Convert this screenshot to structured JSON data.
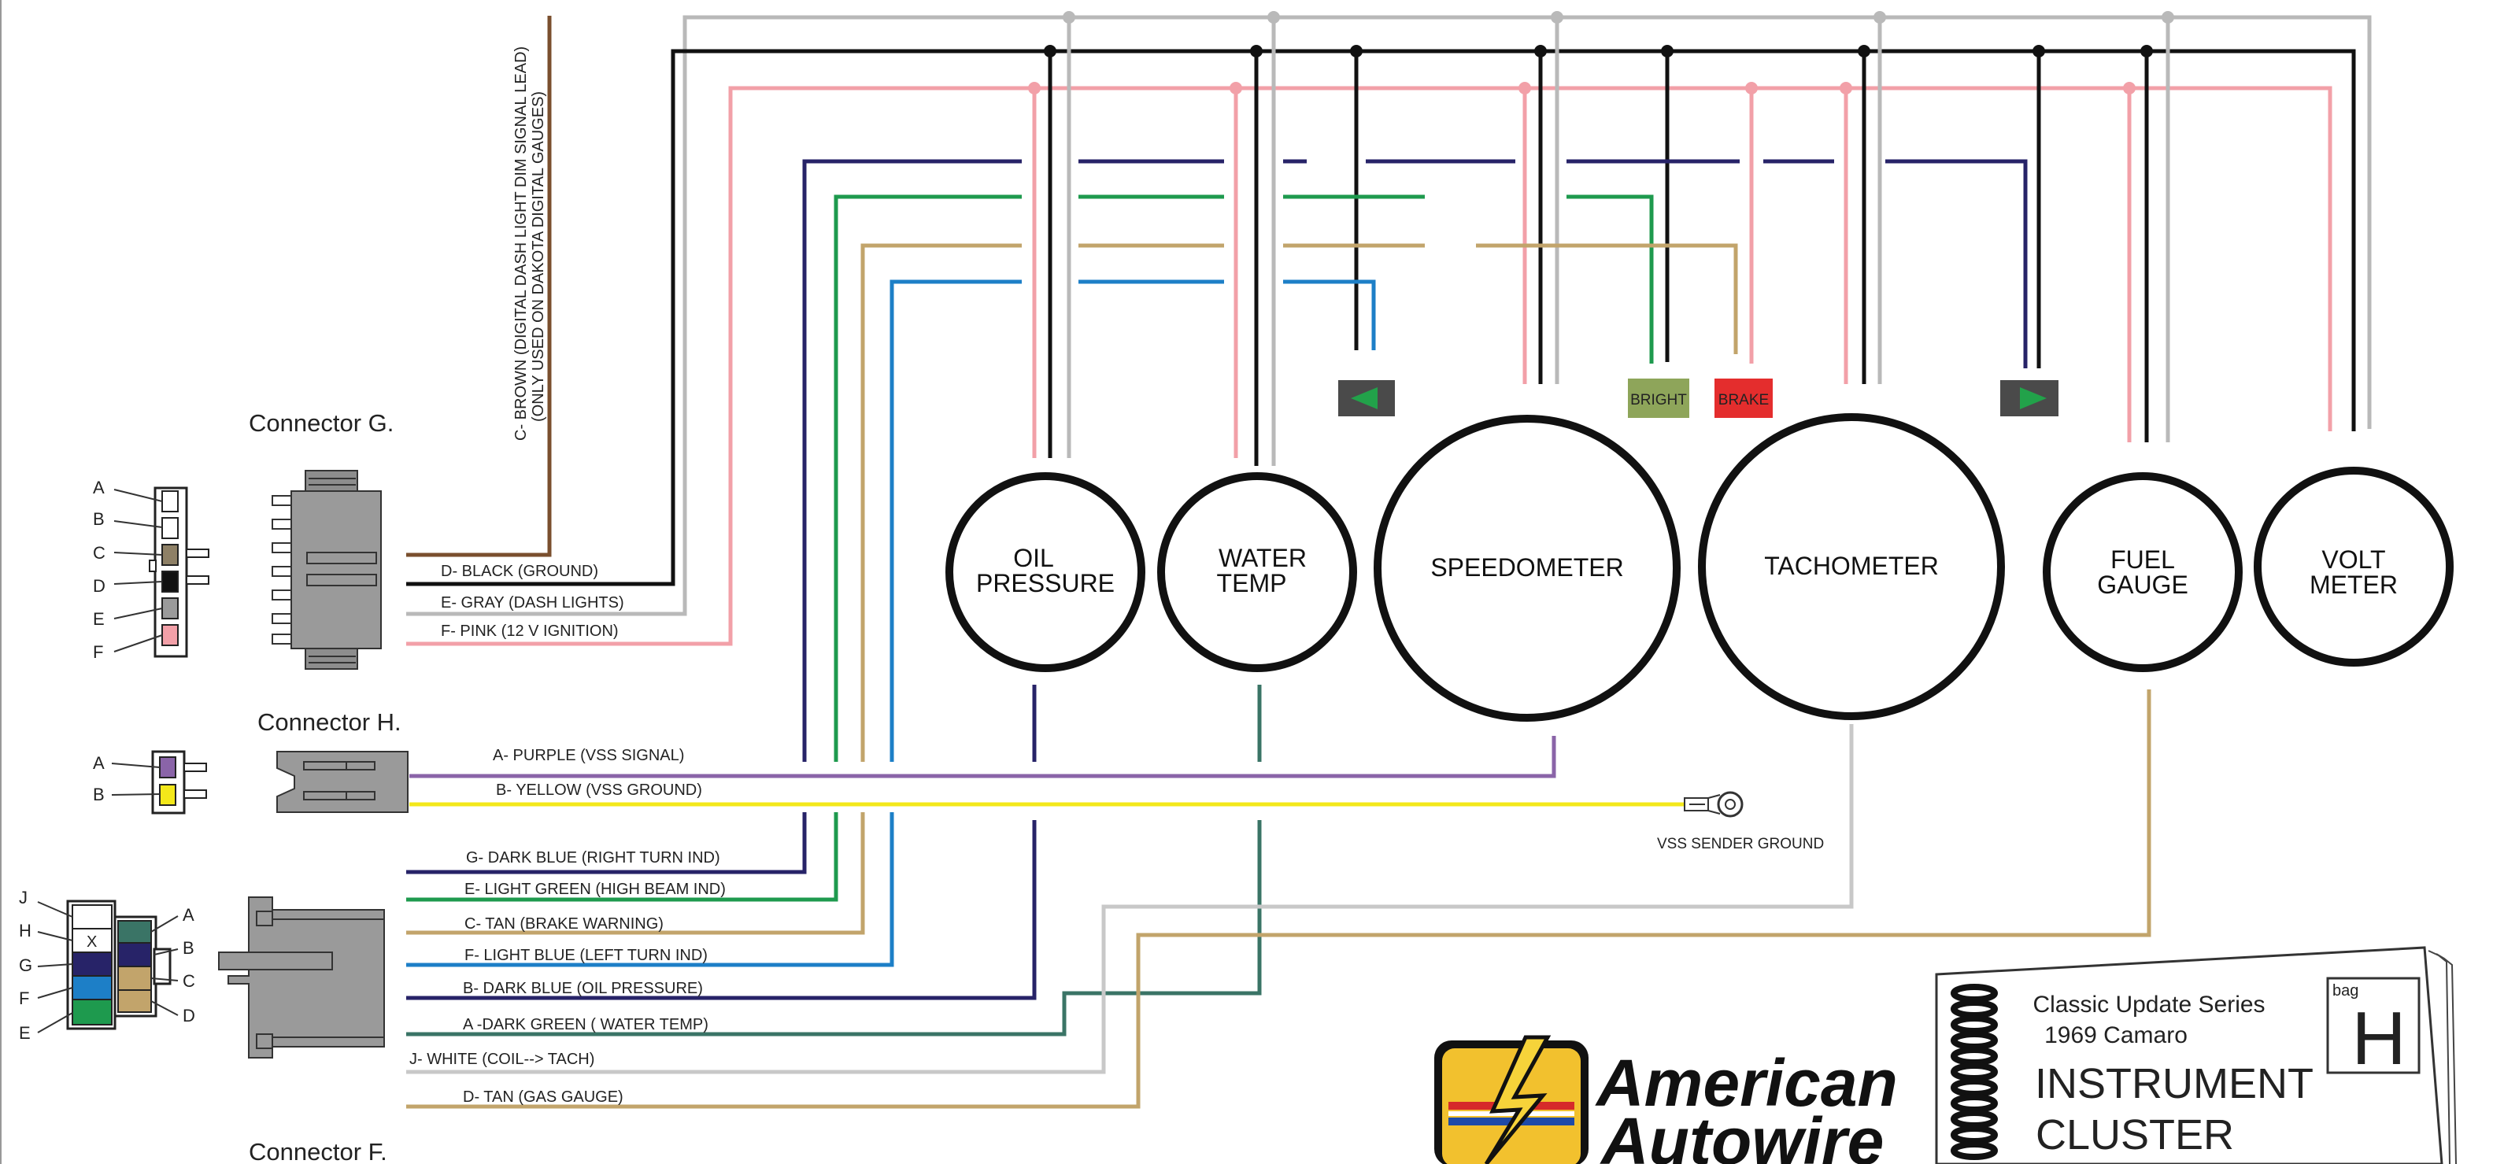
{
  "connector_g": {
    "title": "Connector G.",
    "pins": [
      "A",
      "B",
      "C",
      "D",
      "E",
      "F"
    ],
    "wires": [
      "D- BLACK (GROUND)",
      "E- GRAY (DASH LIGHTS)",
      "F- PINK (12 V IGNITION)"
    ],
    "brown_lead_line1": "C- BROWN (DIGITAL DASH LIGHT DIM SIGNAL LEAD)",
    "brown_lead_line2": "(ONLY USED ON DAKOTA DIGITAL GAUGES)"
  },
  "connector_h": {
    "title": "Connector H.",
    "pins": [
      "A",
      "B"
    ],
    "wires": [
      "A- PURPLE (VSS SIGNAL)",
      "B- YELLOW (VSS GROUND)"
    ]
  },
  "connector_f": {
    "title": "Connector F.",
    "pins_left": [
      "J",
      "H",
      "G",
      "F",
      "E"
    ],
    "pins_right": [
      "A",
      "B",
      "C",
      "D"
    ],
    "x_mark": "X",
    "wires": [
      "G- DARK BLUE (RIGHT TURN IND)",
      "E- LIGHT GREEN (HIGH BEAM IND)",
      "C- TAN (BRAKE WARNING)",
      "F- LIGHT BLUE (LEFT TURN IND)",
      "B- DARK BLUE (OIL PRESSURE)",
      "A -DARK GREEN ( WATER TEMP)",
      "J- WHITE (COIL--> TACH)",
      "D- TAN (GAS GAUGE)"
    ]
  },
  "gauges": {
    "oil_line1": "OIL",
    "oil_line2": "PRESSURE",
    "water_line1": "WATER",
    "water_line2": "TEMP",
    "speedo": "SPEEDOMETER",
    "tach": "TACHOMETER",
    "fuel_line1": "FUEL",
    "fuel_line2": "GAUGE",
    "volt_line1": "VOLT",
    "volt_line2": "METER"
  },
  "indicators": {
    "bright": "BRIGHT",
    "brake": "BRAKE"
  },
  "vss_sender": "VSS SENDER GROUND",
  "brand": {
    "line1": "American",
    "line2": "Autowire"
  },
  "booklet": {
    "series": "Classic Update Series",
    "model": "1969 Camaro",
    "title1": "INSTRUMENT",
    "title2": "CLUSTER",
    "bag_label": "bag",
    "bag_letter": "H"
  },
  "colors": {
    "black": "#111111",
    "gray": "#b9b9b9",
    "pink": "#f2a0a8",
    "brown": "#7a4f2e",
    "dark_blue": "#272368",
    "light_green": "#1e9a4e",
    "tan": "#c2a46b",
    "light_blue": "#1d7fc7",
    "dark_green": "#3a7466",
    "purple": "#8a64a8",
    "yellow": "#f3e81a",
    "white_wire": "#c8c8c8"
  }
}
